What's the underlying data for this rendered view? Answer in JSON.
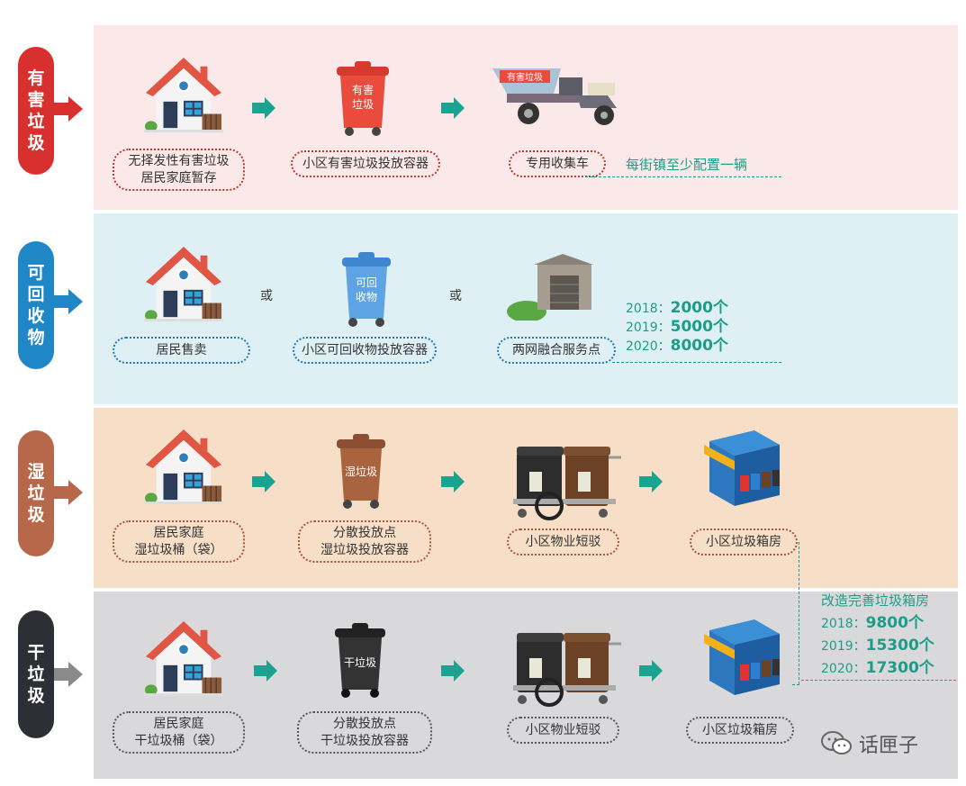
{
  "colors": {
    "hazardous_bg": "#fbe9ea",
    "recyclable_bg": "#dff0f5",
    "wet_bg": "#f6dfc6",
    "dry_bg": "#d9d9db",
    "hazardous_tag": "#d8302f",
    "recyclable_tag": "#1f87c5",
    "wet_tag": "#b8684a",
    "dry_tag": "#2e2f35",
    "teal": "#1d9d87"
  },
  "rows": {
    "hazardous": {
      "tag": [
        "有",
        "害",
        "垃",
        "圾"
      ],
      "steps": [
        {
          "icon": "house-icon",
          "label": [
            "无择发性有害垃圾",
            "居民家庭暂存"
          ]
        },
        {
          "icon": "red-bin-icon",
          "bin_text": [
            "有害",
            "垃圾"
          ],
          "label": [
            "小区有害垃圾投放容器"
          ]
        },
        {
          "icon": "collection-cart-icon",
          "cart_text": "有害垃圾",
          "label": [
            "专用收集车"
          ]
        }
      ],
      "note": "每街镇至少配置一辆"
    },
    "recyclable": {
      "tag": [
        "可",
        "回",
        "收",
        "物"
      ],
      "or": "或",
      "steps": [
        {
          "icon": "house-icon",
          "label": [
            "居民售卖"
          ]
        },
        {
          "icon": "blue-bin-icon",
          "bin_text": [
            "可回",
            "收物"
          ],
          "label": [
            "小区可回收物投放容器"
          ]
        },
        {
          "icon": "service-station-icon",
          "label": [
            "两网融合服务点"
          ]
        }
      ],
      "stats": [
        {
          "year": "2018：",
          "value": "2000个"
        },
        {
          "year": "2019：",
          "value": "5000个"
        },
        {
          "year": "2020：",
          "value": "8000个"
        }
      ]
    },
    "wet": {
      "tag": [
        "湿",
        "垃",
        "圾"
      ],
      "steps": [
        {
          "icon": "house-icon",
          "label": [
            "居民家庭",
            "湿垃圾桶（袋）"
          ]
        },
        {
          "icon": "brown-bin-icon",
          "bin_text": [
            "湿垃圾"
          ],
          "label": [
            "分散投放点",
            "湿垃圾投放容器"
          ]
        },
        {
          "icon": "shuttle-cart-icon",
          "label": [
            "小区物业短驳"
          ]
        },
        {
          "icon": "garbage-room-icon",
          "label": [
            "小区垃圾箱房"
          ]
        }
      ]
    },
    "dry": {
      "tag": [
        "干",
        "垃",
        "圾"
      ],
      "steps": [
        {
          "icon": "house-icon",
          "label": [
            "居民家庭",
            "干垃圾桶（袋）"
          ]
        },
        {
          "icon": "black-bin-icon",
          "bin_text": [
            "干垃圾"
          ],
          "label": [
            "分散投放点",
            "干垃圾投放容器"
          ]
        },
        {
          "icon": "shuttle-cart-icon",
          "label": [
            "小区物业短驳"
          ]
        },
        {
          "icon": "garbage-room-icon",
          "label": [
            "小区垃圾箱房"
          ]
        }
      ]
    }
  },
  "room_upgrade": {
    "title": "改造完善垃圾箱房",
    "stats": [
      {
        "year": "2018：",
        "value": "9800个"
      },
      {
        "year": "2019：",
        "value": "15300个"
      },
      {
        "year": "2020：",
        "value": "17300个"
      }
    ]
  },
  "watermark": "话匣子"
}
